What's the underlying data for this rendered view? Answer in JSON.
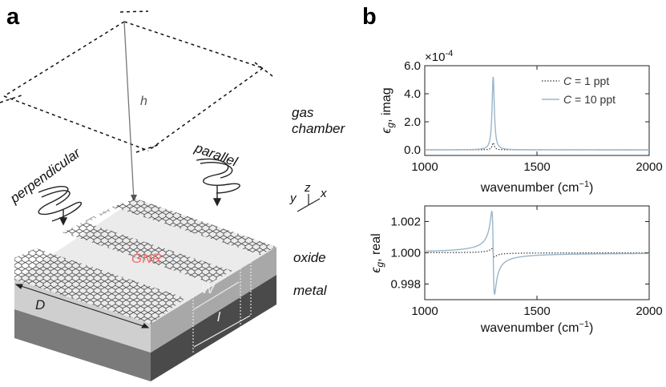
{
  "panels": {
    "a": "a",
    "b": "b"
  },
  "schematic": {
    "height_label": "h",
    "gas_chamber_lines": [
      "gas",
      "chamber"
    ],
    "parallel_label": "parallel",
    "perpendicular_label": "perpendicular",
    "axes": {
      "x": "x",
      "y": "y",
      "z": "z"
    },
    "gnr_label": "GNR",
    "oxide_label": "oxide",
    "metal_label": "metal",
    "dim_D": "D",
    "dim_W": "W",
    "dim_l": "l",
    "colors": {
      "gnr": "#f07070",
      "oxide_top": "#ebebeb",
      "oxide_side": "#cfcfcf",
      "oxide_right": "#a8a8a8",
      "metal_side": "#7a7a7a",
      "metal_right": "#4a4a4a"
    }
  },
  "chart_data": [
    {
      "type": "line",
      "ylabel_symbol": "ϵ",
      "ylabel_sub": "g",
      "ylabel_rest": ", imag",
      "xlabel_main": "wavenumber (cm",
      "xlabel_sup": "−1",
      "xlabel_close": ")",
      "exponent_label": "×10",
      "exponent_power": "-4",
      "xlim": [
        1000,
        2000
      ],
      "ylim": [
        -0.4,
        6.0
      ],
      "x_ticks": [
        1000,
        1500,
        2000
      ],
      "y_ticks": [
        0.0,
        2.0,
        4.0,
        6.0
      ],
      "y_tick_labels": [
        "0.0",
        "2.0",
        "4.0",
        "6.0"
      ],
      "resonance_center": 1305,
      "series": [
        {
          "name": "C = 1 ppt",
          "name_symbol": "C",
          "name_rest": " = 1 ppt",
          "style": "dotted",
          "color": "#333333",
          "baseline": 0.0,
          "peak": 0.5,
          "halfwidth": 6
        },
        {
          "name": "C = 10 ppt",
          "name_symbol": "C",
          "name_rest": " = 10 ppt",
          "style": "solid",
          "color": "#9ab5c9",
          "baseline": 0.0,
          "peak": 5.2,
          "halfwidth": 6
        }
      ]
    },
    {
      "type": "line",
      "ylabel_symbol": "ϵ",
      "ylabel_sub": "g",
      "ylabel_rest": ", real",
      "xlabel_main": "wavenumber (cm",
      "xlabel_sup": "−1",
      "xlabel_close": ")",
      "xlim": [
        1000,
        2000
      ],
      "ylim": [
        0.997,
        1.003
      ],
      "x_ticks": [
        1000,
        1500,
        2000
      ],
      "y_ticks": [
        0.998,
        1.0,
        1.002
      ],
      "y_tick_labels": [
        "0.998",
        "1.000",
        "1.002"
      ],
      "resonance_center": 1305,
      "series": [
        {
          "name": "C = 1 ppt",
          "style": "dotted",
          "color": "#333333",
          "baseline": 1.0,
          "amplitude": 0.000265,
          "halfwidth": 6
        },
        {
          "name": "C = 10 ppt",
          "style": "solid",
          "color": "#9ab5c9",
          "baseline": 1.0,
          "amplitude": 0.00265,
          "halfwidth": 6
        }
      ]
    }
  ]
}
